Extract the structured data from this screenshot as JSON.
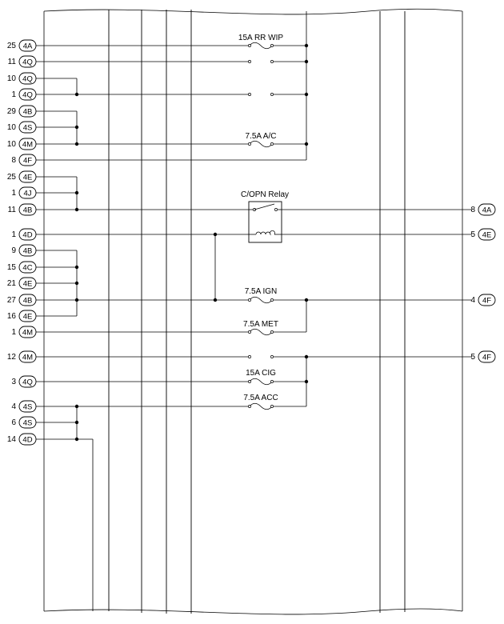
{
  "left_connectors": [
    {
      "pin": "25",
      "code": "4A"
    },
    {
      "pin": "11",
      "code": "4Q"
    },
    {
      "pin": "10",
      "code": "4Q"
    },
    {
      "pin": "1",
      "code": "4Q"
    },
    {
      "pin": "29",
      "code": "4B"
    },
    {
      "pin": "10",
      "code": "4S"
    },
    {
      "pin": "10",
      "code": "4M"
    },
    {
      "pin": "8",
      "code": "4F"
    },
    {
      "pin": "25",
      "code": "4E"
    },
    {
      "pin": "1",
      "code": "4J"
    },
    {
      "pin": "11",
      "code": "4B"
    },
    {
      "pin": "1",
      "code": "4D"
    },
    {
      "pin": "9",
      "code": "4B"
    },
    {
      "pin": "15",
      "code": "4C"
    },
    {
      "pin": "21",
      "code": "4E"
    },
    {
      "pin": "27",
      "code": "4B"
    },
    {
      "pin": "16",
      "code": "4E"
    },
    {
      "pin": "1",
      "code": "4M"
    },
    {
      "pin": "12",
      "code": "4M"
    },
    {
      "pin": "3",
      "code": "4Q"
    },
    {
      "pin": "4",
      "code": "4S"
    },
    {
      "pin": "6",
      "code": "4S"
    },
    {
      "pin": "14",
      "code": "4D"
    }
  ],
  "right_connectors": [
    {
      "pin": "8",
      "code": "4A"
    },
    {
      "pin": "5",
      "code": "4E"
    },
    {
      "pin": "4",
      "code": "4F"
    },
    {
      "pin": "5",
      "code": "4F"
    }
  ],
  "fuses": [
    {
      "label": "15A RR WIP"
    },
    {
      "label": "7.5A A/C"
    },
    {
      "label": "7.5A IGN"
    },
    {
      "label": "7.5A MET"
    },
    {
      "label": "15A CIG"
    },
    {
      "label": "7.5A ACC"
    }
  ],
  "relay": {
    "label": "C/OPN Relay"
  }
}
